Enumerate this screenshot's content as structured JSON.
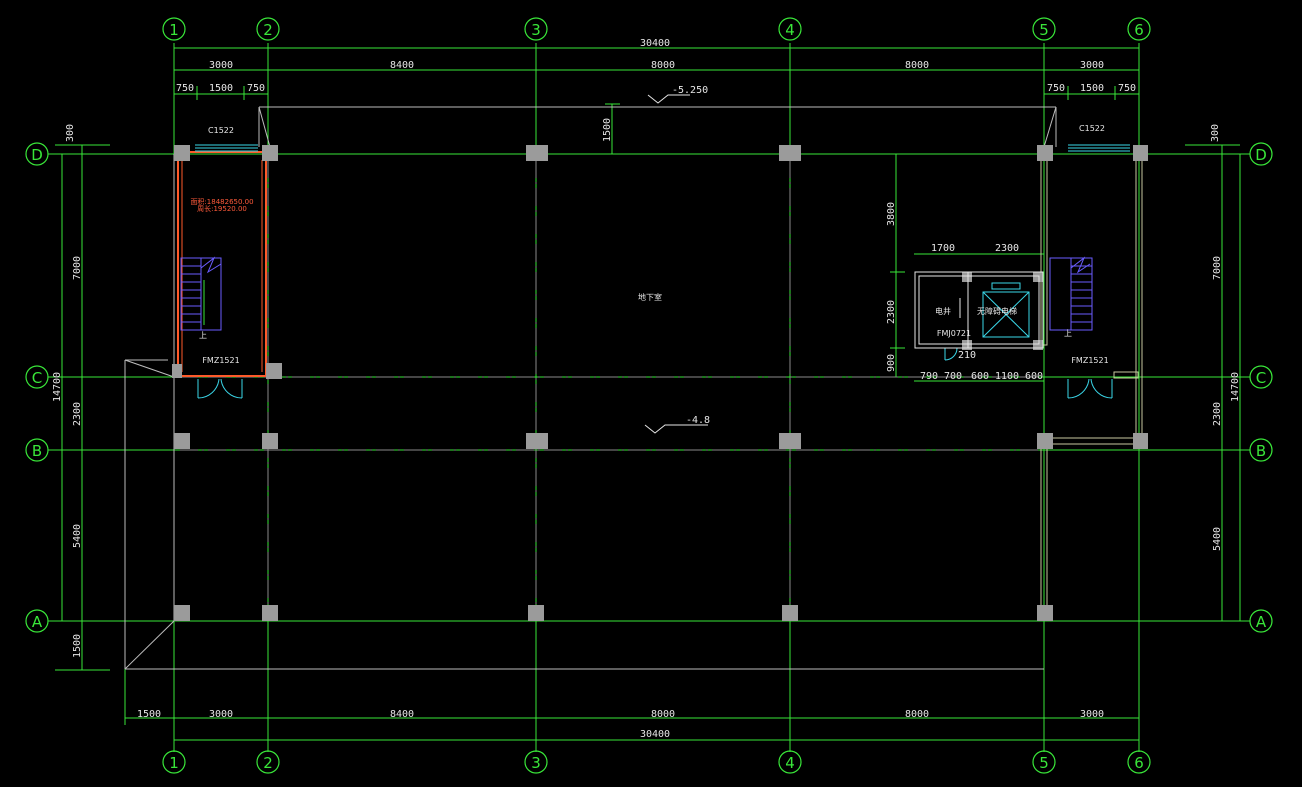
{
  "colors": {
    "background": "#000000",
    "axis": "#39e639",
    "dimension": "#39e639",
    "column": "#9b9b9b",
    "wall": "#c8c8a0",
    "window": "#3ad7e8",
    "stair": "#6a5cff",
    "highlight": "#ff5a2a",
    "text": "#e6e6e6"
  },
  "axes": {
    "vertical": [
      {
        "label": "1"
      },
      {
        "label": "2"
      },
      {
        "label": "3"
      },
      {
        "label": "4"
      },
      {
        "label": "5"
      },
      {
        "label": "6"
      }
    ],
    "horizontal": [
      {
        "label": "D"
      },
      {
        "label": "C"
      },
      {
        "label": "B"
      },
      {
        "label": "A"
      }
    ]
  },
  "dimensions": {
    "top_total": "30400",
    "top_bays": [
      "3000",
      "8400",
      "8000",
      "8000",
      "3000"
    ],
    "top_left_sub": [
      "750",
      "1500",
      "750"
    ],
    "top_right_sub": [
      "750",
      "1500",
      "750"
    ],
    "bottom_total": "30400",
    "bottom_left_offset": "1500",
    "bottom_bays": [
      "3000",
      "8400",
      "8000",
      "8000",
      "3000"
    ],
    "left_top": "300",
    "left_bays": [
      "7000",
      "2300",
      "5400"
    ],
    "left_total": "14700",
    "left_bottom": "1500",
    "right_top": "300",
    "right_bays": [
      "7000",
      "2300",
      "5400"
    ],
    "right_total": "14700",
    "inner_vertical": [
      "3800",
      "2300",
      "900"
    ],
    "inner_vertical_top": "1500",
    "elevator_top": [
      "1700",
      "2300"
    ],
    "elevator_bottom": [
      "790",
      "700",
      "600",
      "1100",
      "600"
    ],
    "elevator_sill": "210"
  },
  "levels": {
    "top": "-5.250",
    "middle": "-4.8"
  },
  "labels": {
    "window_left": "C1522",
    "window_right": "C1522",
    "door_left": "FMZ1521",
    "door_right": "FMZ1521",
    "door_elev": "FMJ0721",
    "room_center": "地下室",
    "stair_up_left": "上",
    "stair_up_right": "上",
    "room_elev_small": "电井",
    "room_elev_shaft": "无障碍电梯",
    "area_line1": "面积:18482650.00",
    "area_line2": "周长:19520.00"
  }
}
